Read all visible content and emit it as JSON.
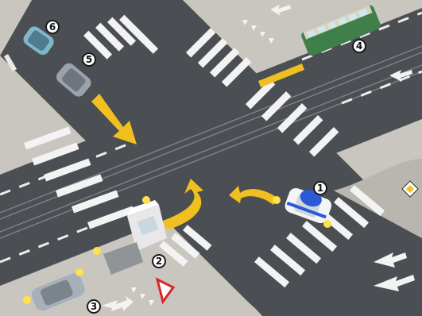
{
  "labels": {
    "n1": "1",
    "n2": "2",
    "n3": "3",
    "n4": "4",
    "n5": "5",
    "n6": "6"
  },
  "colors": {
    "asphalt": "#4b4e52",
    "sidewalk": "#c9c6bf",
    "crossing_stripe": "#f3f3f3",
    "arrow_yellow": "#f0c020",
    "tram_green": "#3f7f4a",
    "police_blue": "#2a5ad6",
    "car_silver": "#9aa3ab",
    "truck_white": "#e8e8e8",
    "indicator_yellow": "#ffe14a"
  },
  "icons": [
    "yield-sign-icon",
    "priority-road-sign-icon",
    "turn-left-arrow-icon",
    "straight-arrow-icon",
    "u-turn-arrow-icon"
  ]
}
